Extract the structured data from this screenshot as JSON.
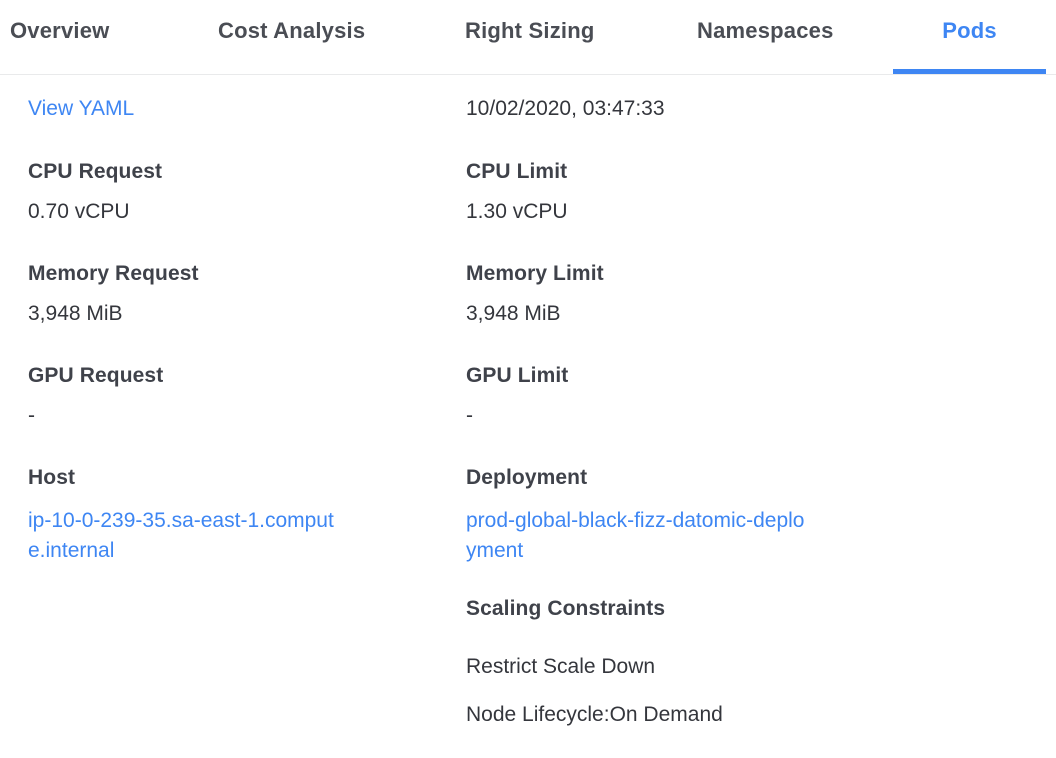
{
  "tabs": [
    {
      "label": "Overview",
      "active": false
    },
    {
      "label": "Cost Analysis",
      "active": false
    },
    {
      "label": "Right Sizing",
      "active": false
    },
    {
      "label": "Namespaces",
      "active": false
    },
    {
      "label": "Pods",
      "active": true
    }
  ],
  "detail": {
    "view_yaml_label": "View YAML",
    "timestamp": "10/02/2020, 03:47:33",
    "fields": {
      "cpu_request": {
        "label": "CPU Request",
        "value": "0.70 vCPU"
      },
      "cpu_limit": {
        "label": "CPU Limit",
        "value": "1.30 vCPU"
      },
      "memory_request": {
        "label": "Memory Request",
        "value": "3,948 MiB"
      },
      "memory_limit": {
        "label": "Memory Limit",
        "value": "3,948 MiB"
      },
      "gpu_request": {
        "label": "GPU Request",
        "value": "-"
      },
      "gpu_limit": {
        "label": "GPU Limit",
        "value": "-"
      },
      "host": {
        "label": "Host",
        "value": "ip-10-0-239-35.sa-east-1.compute.internal"
      },
      "deployment": {
        "label": "Deployment",
        "value": "prod-global-black-fizz-datomic-deployment"
      }
    },
    "scaling_constraints": {
      "label": "Scaling Constraints",
      "items": [
        "Restrict Scale Down",
        "Node Lifecycle:On Demand"
      ]
    }
  },
  "colors": {
    "accent_blue": "#3e86f3",
    "label_text": "#3f424a",
    "value_text": "#34363c",
    "tab_text": "#4a4d54",
    "divider": "#e9eaeb"
  }
}
